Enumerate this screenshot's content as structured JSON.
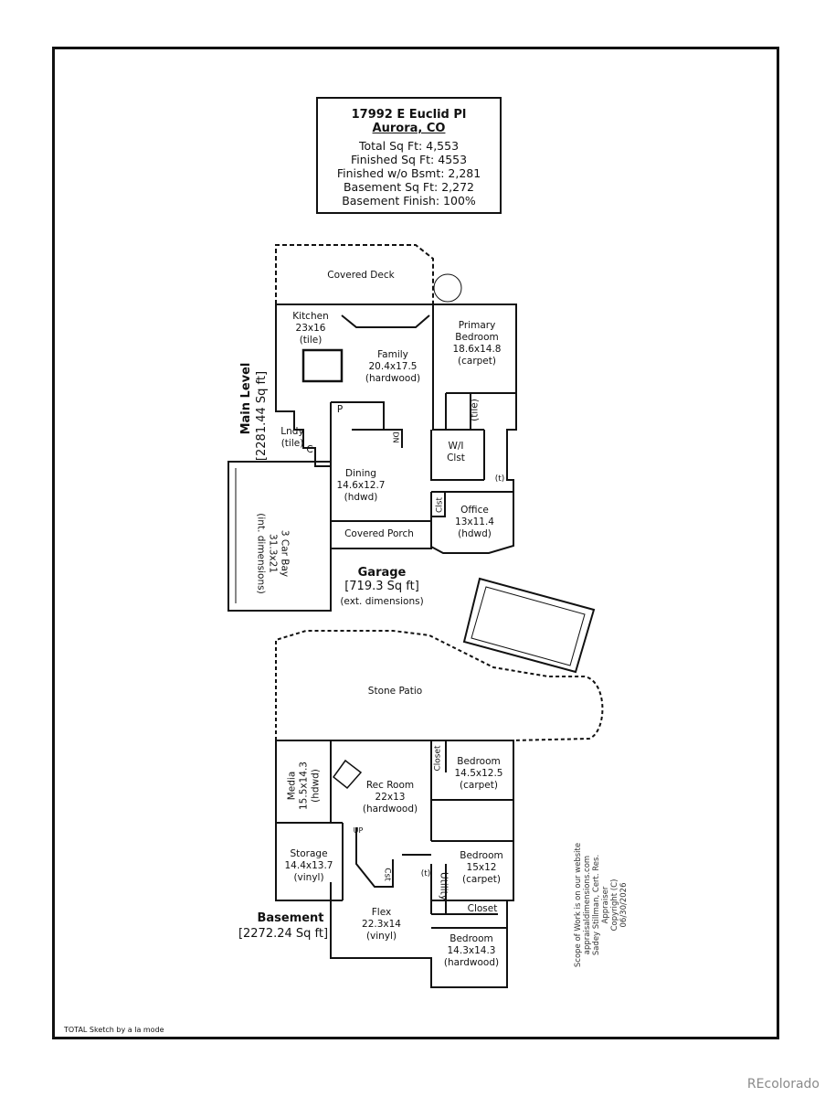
{
  "info": {
    "address": "17992 E Euclid Pl",
    "city": "Aurora, CO",
    "lines": [
      "Total Sq Ft: 4,553",
      "Finished Sq Ft: 4553",
      "Finished w/o Bsmt: 2,281",
      "Basement Sq Ft: 2,272",
      "Basement Finish: 100%"
    ]
  },
  "main_level": {
    "title": "Main Level",
    "area": "[2281.44 Sq ft]",
    "rooms": {
      "covered_deck": "Covered Deck",
      "kitchen": [
        "Kitchen",
        "23x16",
        "(tile)"
      ],
      "family": [
        "Family",
        "20.4x17.5",
        "(hardwood)"
      ],
      "primary_bedroom": [
        "Primary",
        "Bedroom",
        "18.6x14.8",
        "(carpet)"
      ],
      "tile": "(tile)",
      "wic": [
        "W/I",
        "Clst"
      ],
      "lndy": [
        "Lndy",
        "(tile)"
      ],
      "c": "C",
      "p": "P",
      "down": "DN",
      "dining": [
        "Dining",
        "14.6x12.7",
        "(hdwd)"
      ],
      "office": [
        "Office",
        "13x11.4",
        "(hdwd)"
      ],
      "clst": "Clst",
      "t": "(t)",
      "covered_porch": "Covered Porch"
    }
  },
  "garage": {
    "title": "Garage",
    "area": "[719.3 Sq ft]",
    "note": "(ext. dimensions)",
    "bay": [
      "3 Car Bay",
      "31.3x21",
      "(int. dimensions)"
    ]
  },
  "outdoor": {
    "stone_patio": "Stone Patio"
  },
  "basement": {
    "title": "Basement",
    "area": "[2272.24 Sq ft]",
    "rooms": {
      "media": [
        "Media",
        "15.5x14.3",
        "(hdwd)"
      ],
      "rec_room": [
        "Rec Room",
        "22x13",
        "(hardwood)"
      ],
      "closet_v": "Closet",
      "bedroom1": [
        "Bedroom",
        "14.5x12.5",
        "(carpet)"
      ],
      "up": "UP",
      "storage": [
        "Storage",
        "14.4x13.7",
        "(vinyl)"
      ],
      "cst": "Cst",
      "t": "(t)",
      "utility": "Utility",
      "bedroom2": [
        "Bedroom",
        "15x12",
        "(carpet)"
      ],
      "closet_h": "Closet",
      "flex": [
        "Flex",
        "22.3x14",
        "(vinyl)"
      ],
      "bedroom3": [
        "Bedroom",
        "14.3x14.3",
        "(hardwood)"
      ]
    }
  },
  "credits": [
    "Scope of Work is on our website",
    "appraisaldimensions.com",
    "Sadey Stillman, Cert. Res. Appraiser",
    "Copyright (C)",
    "06/30/2026"
  ],
  "footer": "TOTAL Sketch by a la mode",
  "watermark": "REcolorado"
}
